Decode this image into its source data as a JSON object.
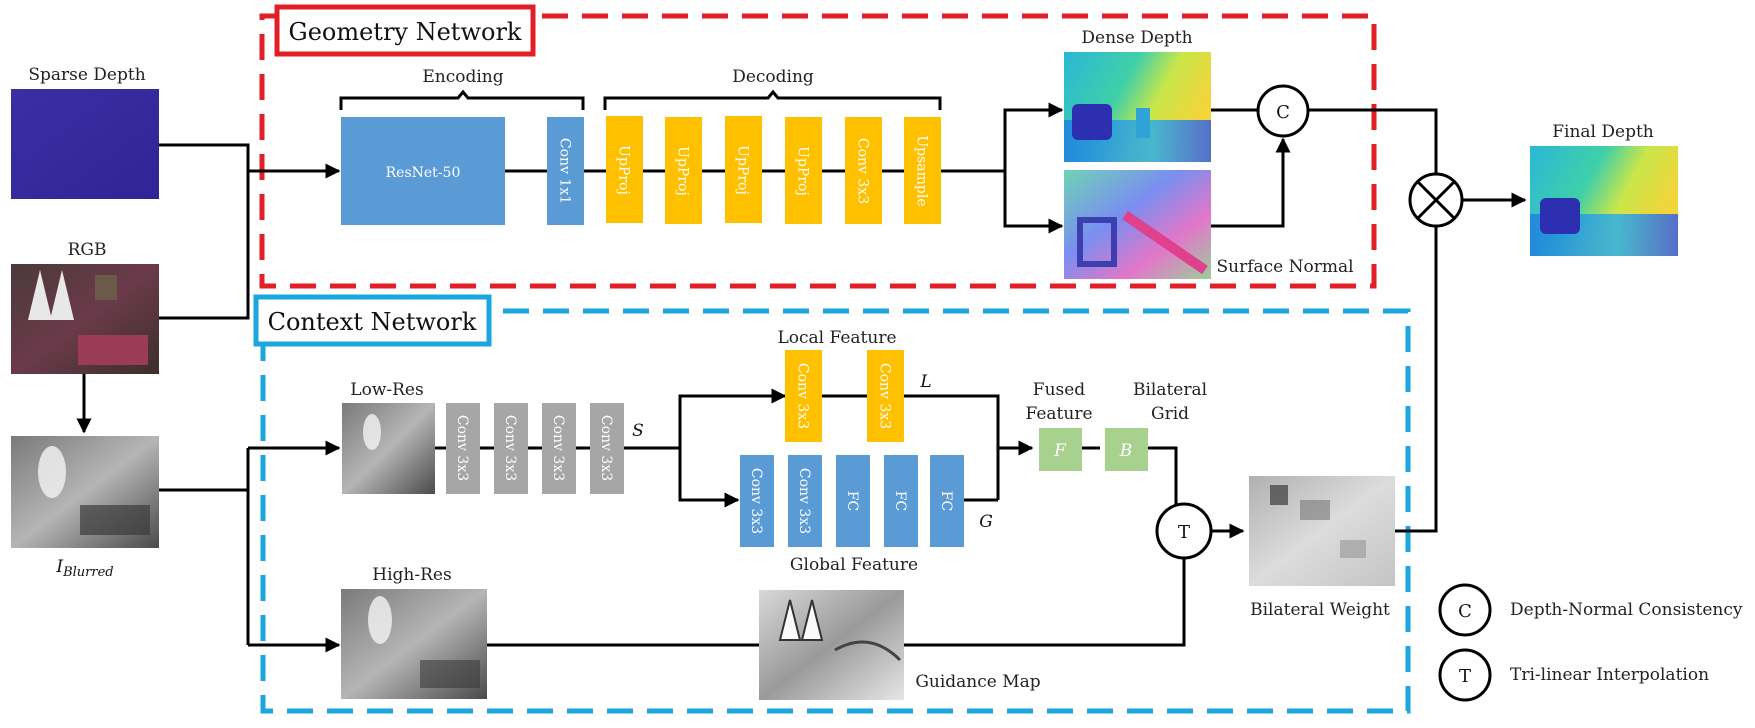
{
  "colors": {
    "geometry_border": "#e21f26",
    "context_border": "#1aa6df",
    "resnet_blue": "#5b9bd5",
    "yellow": "#ffc000",
    "gray": "#a6a6a6",
    "green": "#a9d18e",
    "line": "#000000"
  },
  "geometry": {
    "title": "Geometry Network",
    "encoding": "Encoding",
    "decoding": "Decoding",
    "resnet": "ResNet-50",
    "conv1x1": "Conv 1x1",
    "decoder_blocks": [
      "UpProj",
      "UpProj",
      "UpProj",
      "UpProj",
      "Conv 3x3",
      "Upsample"
    ],
    "dense_depth": "Dense Depth",
    "surface_normal": "Surface Normal",
    "consistency_symbol": "C"
  },
  "inputs": {
    "sparse_depth": "Sparse Depth",
    "rgb": "RGB",
    "blurred_main": "I",
    "blurred_sub": "Blurred"
  },
  "context": {
    "title": "Context Network",
    "low_res": "Low-Res",
    "low_res_blocks": [
      "Conv 3x3",
      "Conv 3x3",
      "Conv 3x3",
      "Conv 3x3"
    ],
    "s_label": "S",
    "local_feature": "Local Feature",
    "local_blocks": [
      "Conv 3x3",
      "Conv 3x3"
    ],
    "l_label": "L",
    "global_blocks": [
      "Conv 3x3",
      "Conv 3x3",
      "FC",
      "FC",
      "FC"
    ],
    "g_label": "G",
    "global_feature": "Global Feature",
    "fused_line1": "Fused",
    "fused_line2": "Feature",
    "bilateral_line1": "Bilateral",
    "bilateral_line2": "Grid",
    "f_symbol": "F",
    "b_symbol": "B",
    "high_res": "High-Res",
    "guidance_map": "Guidance Map",
    "interp_symbol": "T",
    "bilateral_weight": "Bilateral Weight"
  },
  "output": {
    "final_depth": "Final Depth"
  },
  "legend": {
    "c_symbol": "C",
    "c_text": "Depth-Normal Consistency",
    "t_symbol": "T",
    "t_text": "Tri-linear Interpolation"
  }
}
